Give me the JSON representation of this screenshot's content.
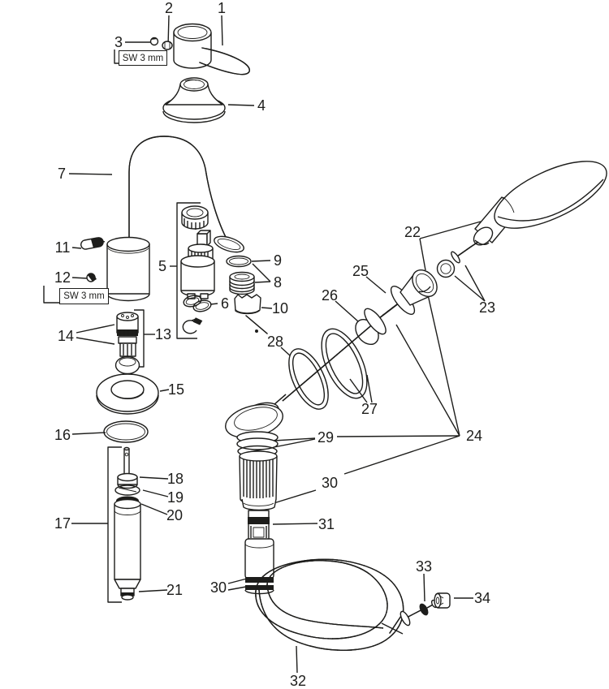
{
  "diagram_type": "exploded-parts-diagram",
  "colors": {
    "ink": "#1d1d1b",
    "background": "#ffffff"
  },
  "callouts": {
    "c1": "1",
    "c2": "2",
    "c3": "3",
    "c4": "4",
    "c5": "5",
    "c6": "6",
    "c7": "7",
    "c8": "8",
    "c9": "9",
    "c10": "10",
    "c11": "11",
    "c12": "12",
    "c13": "13",
    "c14": "14",
    "c15": "15",
    "c16": "16",
    "c17": "17",
    "c18": "18",
    "c19": "19",
    "c20": "20",
    "c21": "21",
    "c22": "22",
    "c23": "23",
    "c24": "24",
    "c25": "25",
    "c26": "26",
    "c27": "27",
    "c28": "28",
    "c29": "29",
    "c30_upper": "30",
    "c30_lower": "30",
    "c31": "31",
    "c32": "32",
    "c33": "33",
    "c34": "34"
  },
  "tool_notes": {
    "handle_screw": "SW 3 mm",
    "body_screw": "SW 3 mm"
  }
}
